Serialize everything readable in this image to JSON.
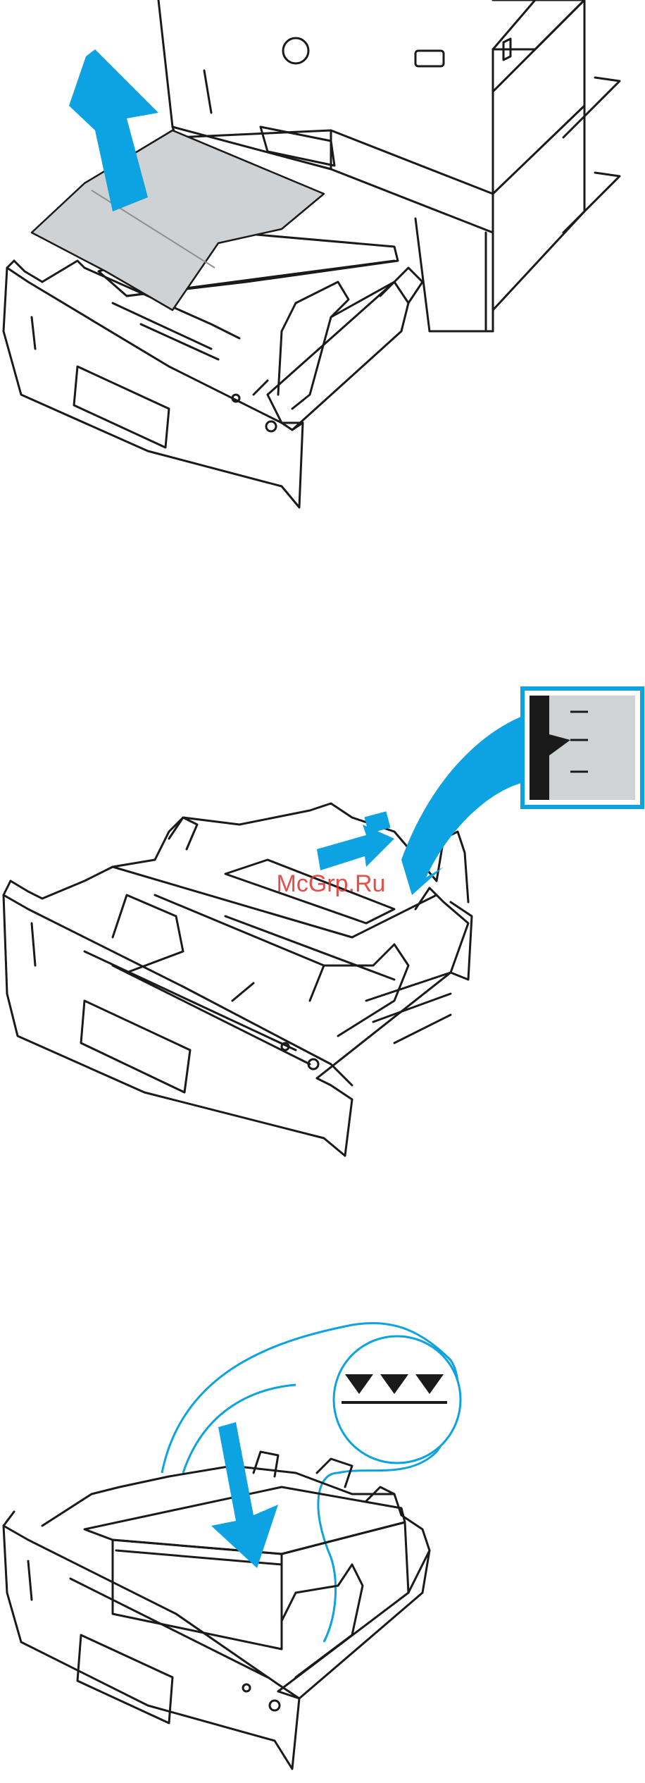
{
  "watermark": "McGrp.Ru",
  "colors": {
    "line": "#1a1a1a",
    "accent": "#0da2e2",
    "paper": "#cfd2d4",
    "inset_bg": "#d0d3d5",
    "white": "#ffffff"
  },
  "illustrations": [
    {
      "id": "remove-jammed-paper",
      "icons": [
        "hp-logo",
        "power-button-icon",
        "up-arrow-icon"
      ]
    },
    {
      "id": "adjust-paper-guide",
      "icons": [
        "push-arrow-icon",
        "size-marking-icon"
      ]
    },
    {
      "id": "load-paper",
      "icons": [
        "down-arrow-icon",
        "max-stack-height-icon"
      ]
    }
  ]
}
